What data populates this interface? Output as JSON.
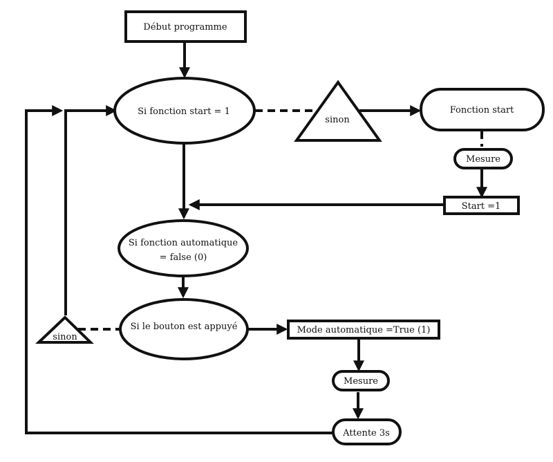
{
  "nodes": {
    "debut": "Début programme",
    "start_check": "Si fonction start = 1",
    "sinon_top": "sinon",
    "fonction_start": "Fonction start",
    "mesure_top": "Mesure",
    "start_set": "Start =1",
    "auto_check_line1": "Si  fonction automatique",
    "auto_check_line2": "= false (0)",
    "bouton_check": "Si le bouton est appuyé",
    "sinon_left": "sinon",
    "mode_auto": "Mode automatique =True (1)",
    "mesure_bottom": "Mesure",
    "attente": "Attente 3s"
  },
  "colors": {
    "stroke": "#111111",
    "fill": "#ffffff",
    "text": "#111111"
  }
}
